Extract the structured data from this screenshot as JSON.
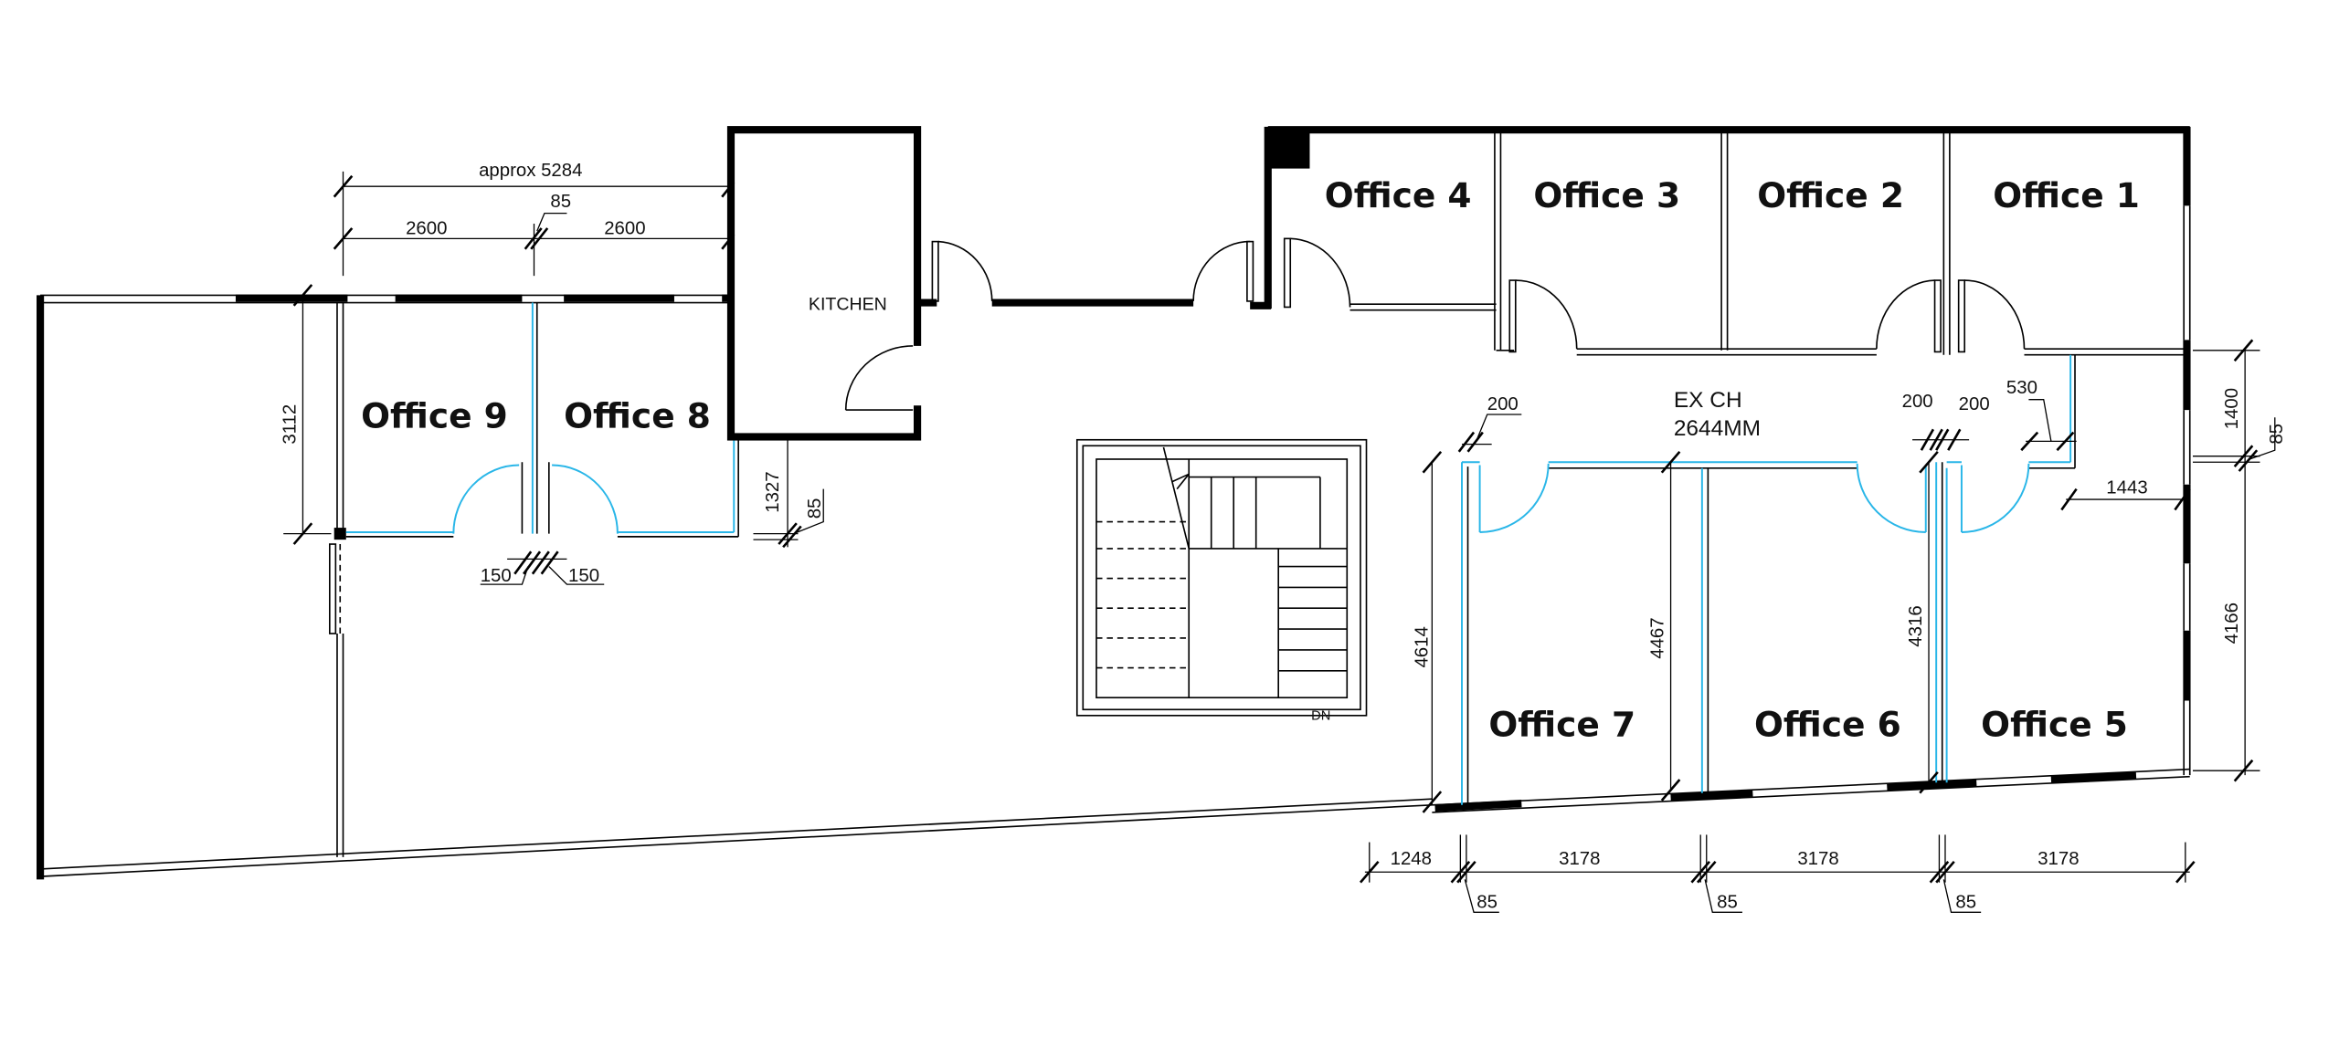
{
  "rooms": {
    "office1": "Office 1",
    "office2": "Office 2",
    "office3": "Office 3",
    "office4": "Office 4",
    "office5": "Office 5",
    "office6": "Office 6",
    "office7": "Office 7",
    "office8": "Office 8",
    "office9": "Office 9",
    "kitchen": "KITCHEN"
  },
  "notes": {
    "ex_ch_1": "EX CH",
    "ex_ch_2": "2644MM",
    "stair_dn": "DN"
  },
  "dimensions": {
    "approx": "approx 5284",
    "d85_top": "85",
    "d2600_a": "2600",
    "d2600_b": "2600",
    "d3112": "3112",
    "d1327": "1327",
    "d85_k": "85",
    "d150_a": "150",
    "d150_b": "150",
    "d200_a": "200",
    "d200_b": "200",
    "d200_c": "200",
    "d530": "530",
    "d1400": "1400",
    "d85_r": "85",
    "d1443": "1443",
    "d4166": "4166",
    "d4614": "4614",
    "d4467": "4467",
    "d4316": "4316",
    "d1248": "1248",
    "d3178_a": "3178",
    "d3178_b": "3178",
    "d3178_c": "3178",
    "d85_b1": "85",
    "d85_b2": "85",
    "d85_b3": "85"
  },
  "colors": {
    "glass_partition": "#29b6e8",
    "wall": "#000000"
  }
}
